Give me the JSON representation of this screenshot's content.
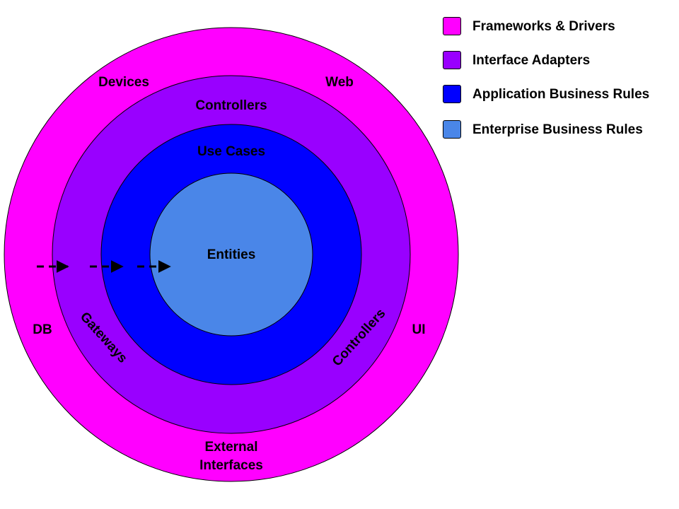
{
  "diagram": {
    "rings": [
      {
        "name": "Frameworks & Drivers",
        "color": "#ff00ff"
      },
      {
        "name": "Interface Adapters",
        "color": "#9900ff"
      },
      {
        "name": "Application Business Rules",
        "color": "#0000ff"
      },
      {
        "name": "Enterprise Business Rules",
        "color": "#4a86e8"
      }
    ],
    "labels": {
      "devices": "Devices",
      "web": "Web",
      "db": "DB",
      "ui": "UI",
      "external_interfaces_line1": "External",
      "external_interfaces_line2": "Interfaces",
      "controllers_top": "Controllers",
      "gateways": "Gateways",
      "controllers_curved": "Controllers",
      "use_cases": "Use Cases",
      "entities": "Entities"
    }
  },
  "legend": [
    {
      "label": "Frameworks & Drivers",
      "color": "#ff00ff"
    },
    {
      "label": "Interface Adapters",
      "color": "#9900ff"
    },
    {
      "label": "Application Business Rules",
      "color": "#0000ff"
    },
    {
      "label": "Enterprise Business Rules",
      "color": "#4a86e8"
    }
  ]
}
